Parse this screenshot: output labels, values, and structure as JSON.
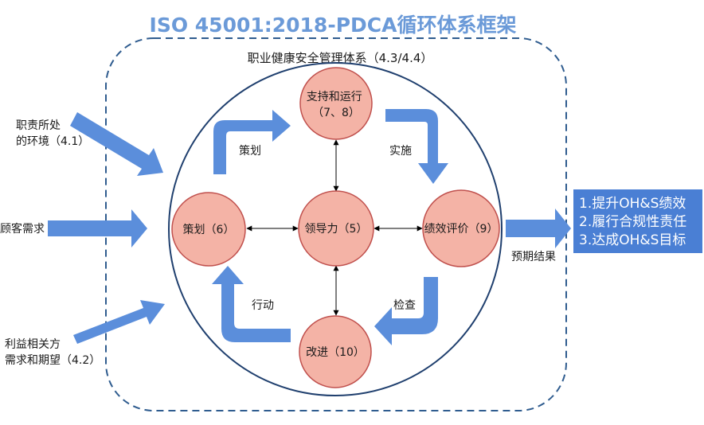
{
  "title": "ISO 45001:2018-PDCA循环体系框架",
  "system_label": "职业健康安全管理体系（4.3/4.4）",
  "inputs": [
    {
      "id": "context",
      "lines": [
        "职责所处",
        "的环境（4.1）"
      ]
    },
    {
      "id": "customer",
      "lines": [
        "顾客需求"
      ]
    },
    {
      "id": "stakeholders",
      "lines": [
        "利益相关方",
        "需求和期望（4.2）"
      ]
    }
  ],
  "nodes": [
    {
      "id": "support",
      "lines": [
        "支持和运行",
        "（7、8）"
      ]
    },
    {
      "id": "plan",
      "lines": [
        "策划（6）"
      ]
    },
    {
      "id": "leadership",
      "lines": [
        "领导力（5）"
      ]
    },
    {
      "id": "evaluation",
      "lines": [
        "绩效评价（9）"
      ]
    },
    {
      "id": "improve",
      "lines": [
        "改进（10）"
      ]
    }
  ],
  "cycle_labels": {
    "plan": "策划",
    "do": "实施",
    "check": "检查",
    "act": "行动"
  },
  "output": {
    "items": [
      "1.提升OH&S绩效",
      "2.履行合规性责任",
      "3.达成OH&S目标"
    ],
    "label": "预期结果"
  },
  "colors": {
    "title": "#6b9ad8",
    "arrow_fill": "#5b8edb",
    "node_fill": "#f4b3a6",
    "node_stroke": "#c0504d",
    "dashed_border": "#2f5c8f",
    "output_fill": "#4a7fd4"
  }
}
